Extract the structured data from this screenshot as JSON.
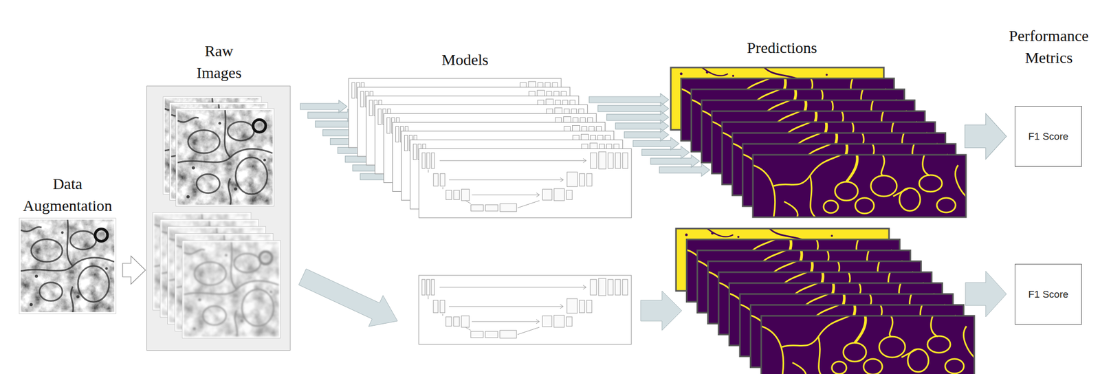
{
  "diagram": {
    "nodes": [
      {
        "text": [
          "Data Augmentation"
        ]
      },
      {
        "text": [
          "Raw Images"
        ]
      },
      {
        "text": [
          "Models"
        ]
      },
      {
        "text": [
          "Predictions"
        ]
      },
      {
        "text": [
          "Performance Metrics",
          "F1 Score"
        ]
      },
      {
        "text": [
          "F1 Score"
        ]
      }
    ],
    "edges": [
      {
        "from": 0,
        "to": 1,
        "arrow": "to"
      },
      {
        "from": 1,
        "to": 2,
        "arrow": "to"
      },
      {
        "from": 2,
        "to": 3,
        "arrow": "to"
      },
      {
        "from": 3,
        "to": 4,
        "arrow": "to"
      }
    ]
  }
}
